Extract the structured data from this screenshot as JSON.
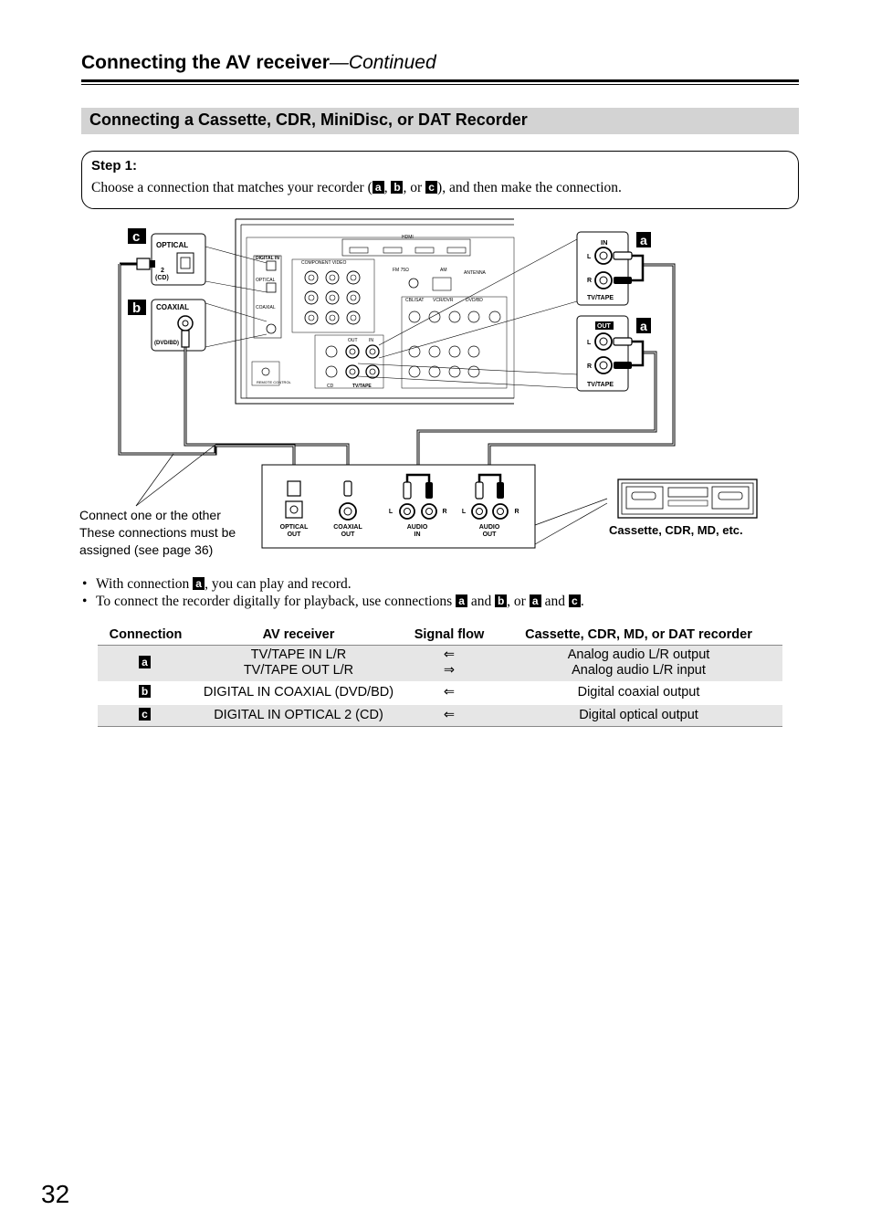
{
  "header": {
    "title": "Connecting the AV receiver",
    "continued": "—Continued"
  },
  "section_title": "Connecting a Cassette, CDR, MiniDisc, or DAT Recorder",
  "step": {
    "label": "Step 1:",
    "text_1": "Choose a connection that matches your recorder (",
    "key_a": "a",
    "sep_1": ", ",
    "key_b": "b",
    "sep_2": ", or ",
    "key_c": "c",
    "text_2": "), and then make the connection."
  },
  "diagram": {
    "callout_c": "c",
    "callout_b": "b",
    "callout_a_in": "a",
    "callout_a_out": "a",
    "optical_box": {
      "title": "OPTICAL",
      "num": "2",
      "sub": "(CD)"
    },
    "coaxial_box": {
      "title": "COAXIAL",
      "sub": "(DVD/BD)"
    },
    "tvtape_in": {
      "title": "IN",
      "left": "L",
      "right": "R",
      "label": "TV/TAPE"
    },
    "tvtape_out": {
      "title": "OUT",
      "left": "L",
      "right": "R",
      "label": "TV/TAPE"
    },
    "receiver": {
      "digital_in": "DIGITAL IN",
      "optical": "OPTICAL",
      "coaxial": "COAXIAL",
      "hdmi": "HDMI",
      "component_video": "COMPONENT VIDEO",
      "antenna": "ANTENNA",
      "fm": "FM 75Ω",
      "am": "AM",
      "in": "IN",
      "out": "OUT",
      "tv_tape": "TV/TAPE",
      "cd": "CD",
      "cbl_sat": "CBL/SAT",
      "vcr_dvr": "VCR/DVR",
      "dvd_bd": "DVD/BD",
      "remote": "REMOTE CONTROL"
    },
    "recorder_ports": {
      "optical_out": [
        "OPTICAL",
        "OUT"
      ],
      "coaxial_out": [
        "COAXIAL",
        "OUT"
      ],
      "audio_in": [
        "AUDIO",
        "IN"
      ],
      "audio_out": [
        "AUDIO",
        "OUT"
      ],
      "left": "L",
      "right": "R"
    },
    "recorder_label": "Cassette, CDR, MD, etc.",
    "note_lines": [
      "Connect one or the other",
      "These connections must be",
      "assigned (see page 36)"
    ]
  },
  "bullets": {
    "b1_pre": "With connection ",
    "b1_key": "a",
    "b1_post": ", you can play and record.",
    "b2_pre": "To connect the recorder digitally for playback, use connections ",
    "b2_k1": "a",
    "b2_and1": " and ",
    "b2_k2": "b",
    "b2_or": ", or ",
    "b2_k3": "a",
    "b2_and2": " and ",
    "b2_k4": "c",
    "b2_end": "."
  },
  "table": {
    "headers": [
      "Connection",
      "AV receiver",
      "Signal flow",
      "Cassette, CDR, MD, or DAT recorder"
    ],
    "rows": [
      {
        "key": "a",
        "receiver": [
          "TV/TAPE IN L/R",
          "TV/TAPE OUT L/R"
        ],
        "flow": [
          "⇐",
          "⇒"
        ],
        "recorder": [
          "Analog audio L/R output",
          "Analog audio L/R input"
        ]
      },
      {
        "key": "b",
        "receiver": [
          "DIGITAL IN COAXIAL (DVD/BD)"
        ],
        "flow": [
          "⇐"
        ],
        "recorder": [
          "Digital coaxial output"
        ]
      },
      {
        "key": "c",
        "receiver": [
          "DIGITAL IN OPTICAL 2 (CD)"
        ],
        "flow": [
          "⇐"
        ],
        "recorder": [
          "Digital optical output"
        ]
      }
    ]
  },
  "page_number": "32"
}
